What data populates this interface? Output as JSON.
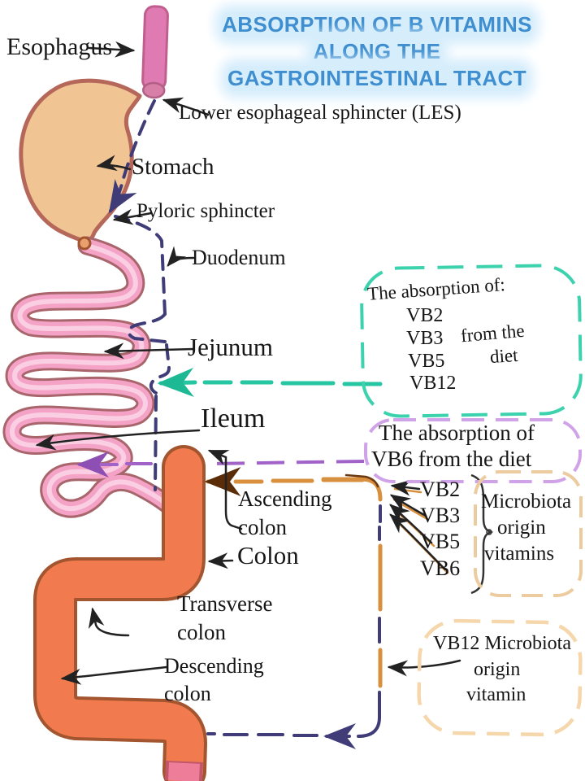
{
  "title": {
    "line1": "ABSORPTION OF B VITAMINS",
    "line2": "ALONG THE",
    "line3": "GASTROINTESTINAL TRACT"
  },
  "labels": {
    "esophagus": "Esophagus",
    "les": "Lower esophageal sphincter (LES)",
    "stomach": "Stomach",
    "pyloric_sphincter": "Pyloric sphincter",
    "duodenum": "Duodenum",
    "jejunum": "Jejunum",
    "ileum": "Ileum",
    "ascending_colon_line1": "Ascending",
    "ascending_colon_line2": "colon",
    "colon": "Colon",
    "transverse_colon_line1": "Transverse",
    "transverse_colon_line2": "colon",
    "descending_colon_line1": "Descending",
    "descending_colon_line2": "colon"
  },
  "callouts": {
    "diet_multi": {
      "header": "The absorption of:",
      "items": [
        "VB2",
        "VB3",
        "VB5",
        "VB12"
      ],
      "note_line1": "from the",
      "note_line2": "diet"
    },
    "diet_vb6": {
      "line1": "The absorption of",
      "line2": "VB6 from the diet"
    },
    "microbiota_multi": {
      "items": [
        "VB2",
        "VB3",
        "VB5",
        "VB6"
      ],
      "label_line1": "Microbiota",
      "label_line2": "origin",
      "label_line3": "vitamins"
    },
    "microbiota_vb12": {
      "line1": "VB12 Microbiota",
      "line2": "origin",
      "line3": "vitamin"
    }
  },
  "colors": {
    "title_blue": "#3e8ed0",
    "title_glow": "#d6edfc",
    "teal_accent": "#25c6a1",
    "purple_accent": "#a263c9",
    "orange_accent": "#d8903f",
    "navy_dash": "#3f3c78",
    "stomach_fill": "#f1c494",
    "stomach_outline": "#b5685a",
    "esophagus_fill": "#e07ab2",
    "intestine_fill": "#f4a3c6",
    "intestine_outline": "#a8666c",
    "colon_fill": "#f17b4e",
    "colon_outline": "#a2552e",
    "teal_box_border": "#3bd2ad",
    "lavender_box_border": "#d0a2e8",
    "peach_box_border": "#eccc9f",
    "light_peach_box_border": "#f6d7ab"
  }
}
